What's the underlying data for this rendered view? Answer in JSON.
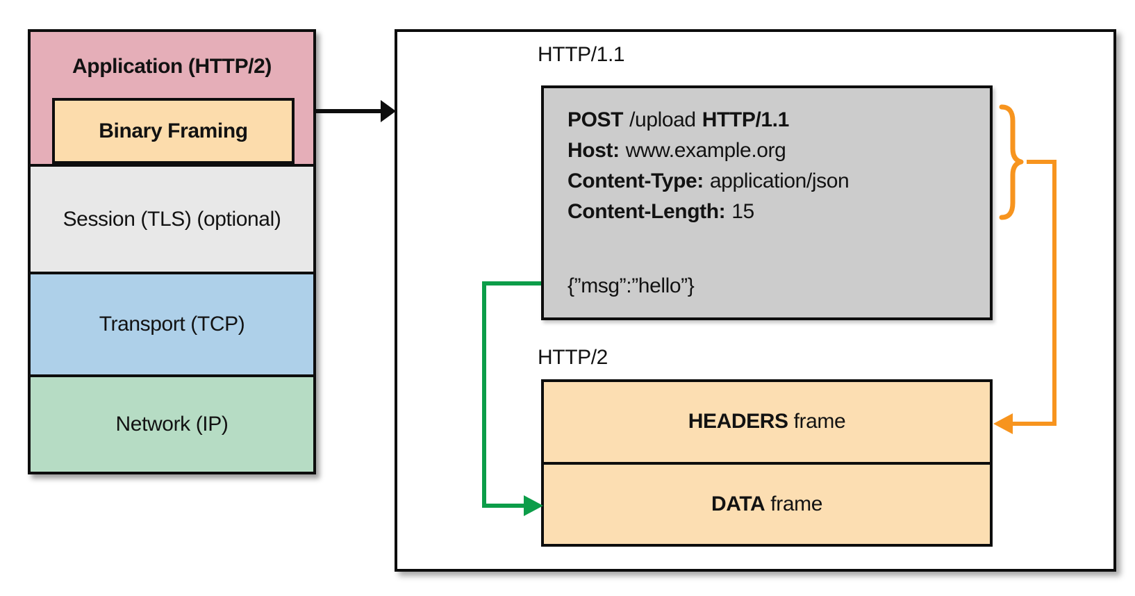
{
  "stack": {
    "application_label": "Application (HTTP/2)",
    "binary_framing_label": "Binary Framing",
    "session_label": "Session (TLS) (optional)",
    "transport_label": "Transport (TCP)",
    "network_label": "Network (IP)"
  },
  "labels": {
    "http1": "HTTP/1.1",
    "http2": "HTTP/2"
  },
  "request": {
    "method": "POST",
    "path": "/upload",
    "version": "HTTP/1.1",
    "host_key": "Host:",
    "host_value": "www.example.org",
    "content_type_key": "Content-Type:",
    "content_type_value": "application/json",
    "content_length_key": "Content-Length:",
    "content_length_value": "15",
    "body": "{”msg”:”hello”}"
  },
  "frames": {
    "headers_word": "HEADERS",
    "headers_rest": "frame",
    "data_word": "DATA",
    "data_rest": "frame"
  },
  "colors": {
    "application_pink": "#e5aeb8",
    "binary_framing_peach": "#fcdcac",
    "session_gray": "#e8e8e8",
    "transport_blue": "#aed0e9",
    "network_green": "#b6dcc4",
    "request_gray": "#cccccc",
    "frames_peach": "#fcdeb2",
    "orange_accent": "#f7941e",
    "green_accent": "#0c9d49"
  }
}
